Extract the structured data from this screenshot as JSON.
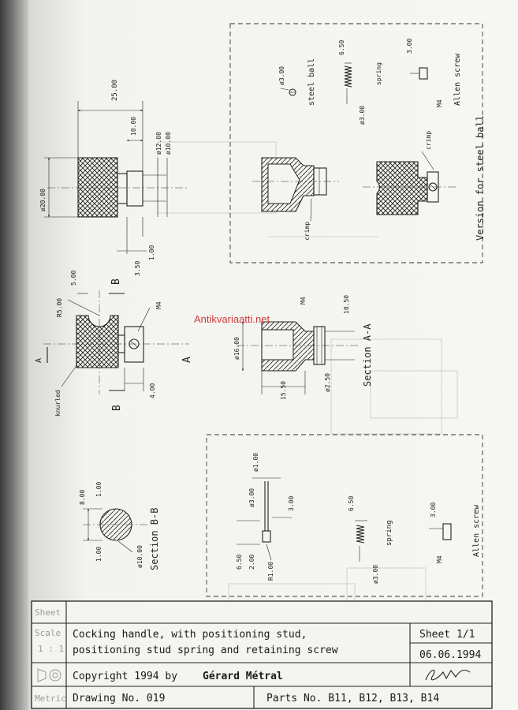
{
  "watermark": "Antikvariaatti.net",
  "title_block": {
    "row_labels": [
      "Sheet",
      "Scale",
      "1 : 1",
      "Metric"
    ],
    "title_line1": "Cocking handle, with positioning stud,",
    "title_line2": "positioning stud spring and retaining screw",
    "sheet": "Sheet 1/1",
    "date": "06.06.1994",
    "copyright_prefix": "Copyright 1994 by",
    "author": "Gérard Métral",
    "drawing_no": "Drawing No. 019",
    "parts_no": "Parts No. B11, B12, B13, B14",
    "signature": "G.Métral"
  },
  "handle_side": {
    "dims": [
      "25.00",
      "10.00",
      "ø12.00",
      "ø10.00",
      "ø20.00",
      "1.00",
      "3.50"
    ]
  },
  "handle_front": {
    "dims": [
      "5.00",
      "R5.00",
      "M4",
      "4.00"
    ],
    "section_marks": [
      "A",
      "A",
      "B",
      "B"
    ],
    "label_knurled": "knurled"
  },
  "section_a": {
    "dims": [
      "M4",
      "10.50",
      "ø16.00",
      "15.50",
      "ø2.50"
    ],
    "caption": "Section A-A"
  },
  "steel_ball_version": {
    "parts": [
      "ø3.00",
      "steel ball",
      "6.50",
      "spring",
      "ø3.00",
      "3.00",
      "M4",
      "Allen screw"
    ],
    "labels": [
      "crimp",
      "crimp"
    ],
    "caption": "Version for steel ball"
  },
  "section_b": {
    "dims": [
      "8.00",
      "1.00",
      "1.00",
      "ø10.00"
    ],
    "caption": "Section B-B"
  },
  "stud": {
    "dims": [
      "ø1.00",
      "ø3.00",
      "3.00",
      "6.50",
      "2.00",
      "R1.00"
    ]
  },
  "stud_spring": {
    "dims": [
      "6.50",
      "ø3.00"
    ],
    "label": "spring"
  },
  "stud_screw": {
    "dims": [
      "3.00",
      "M4"
    ],
    "label": "Allen screw"
  }
}
